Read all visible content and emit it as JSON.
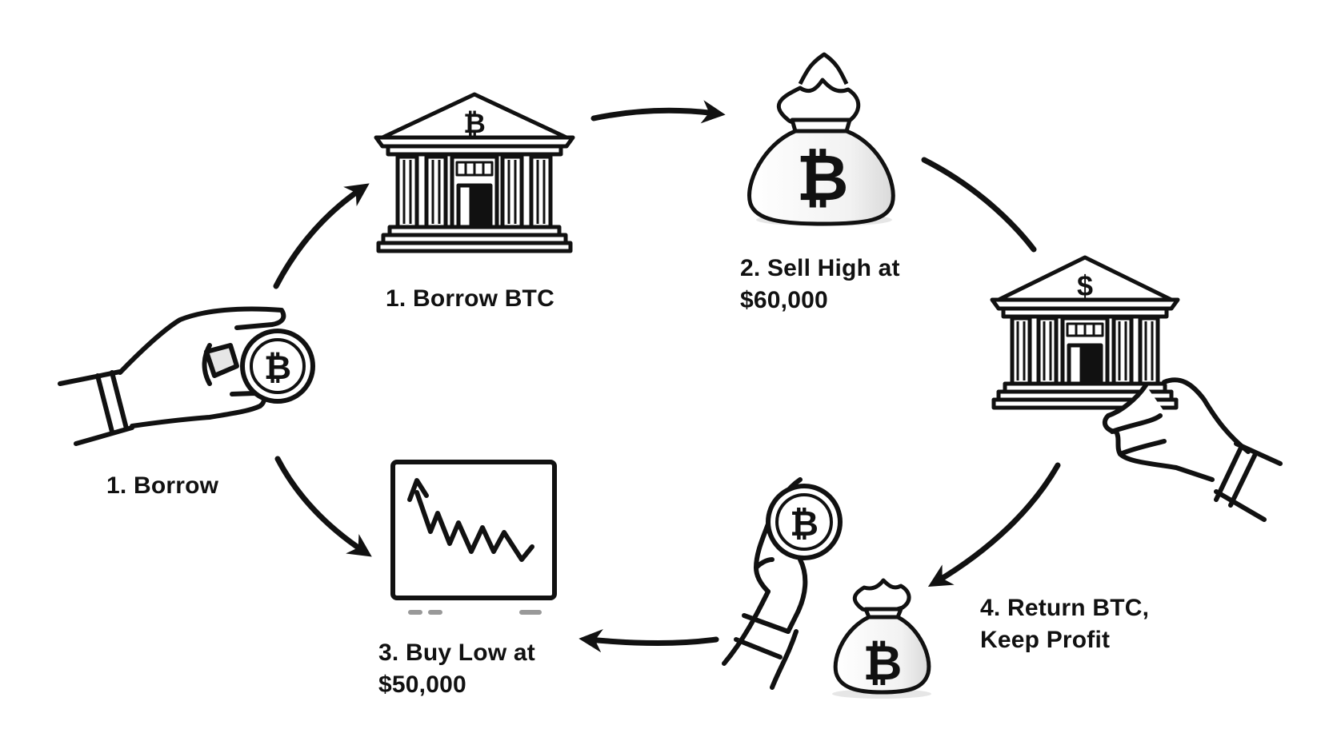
{
  "steps": {
    "borrow_start": {
      "label": "1. Borrow"
    },
    "borrow_btc": {
      "label": "1. Borrow BTC"
    },
    "sell_high": {
      "line1": "2. Sell High at",
      "line2": "$60,000"
    },
    "buy_low": {
      "line1": "3. Buy Low at",
      "line2": "$50,000"
    },
    "return_btc": {
      "line1": "4. Return BTC,",
      "line2": "Keep Profit"
    }
  },
  "glyphs": {
    "bitcoin": "₿",
    "dollar": "$"
  },
  "icons": [
    "hand-holding-coin-icon",
    "bank-bitcoin-icon",
    "money-bag-bitcoin-icon",
    "bank-dollar-icon",
    "price-chart-down-icon",
    "hand-holding-coin-icon",
    "money-bag-bitcoin-icon"
  ],
  "colors": {
    "ink": "#111111",
    "fill": "#ffffff",
    "shade": "#e6e6e6"
  }
}
